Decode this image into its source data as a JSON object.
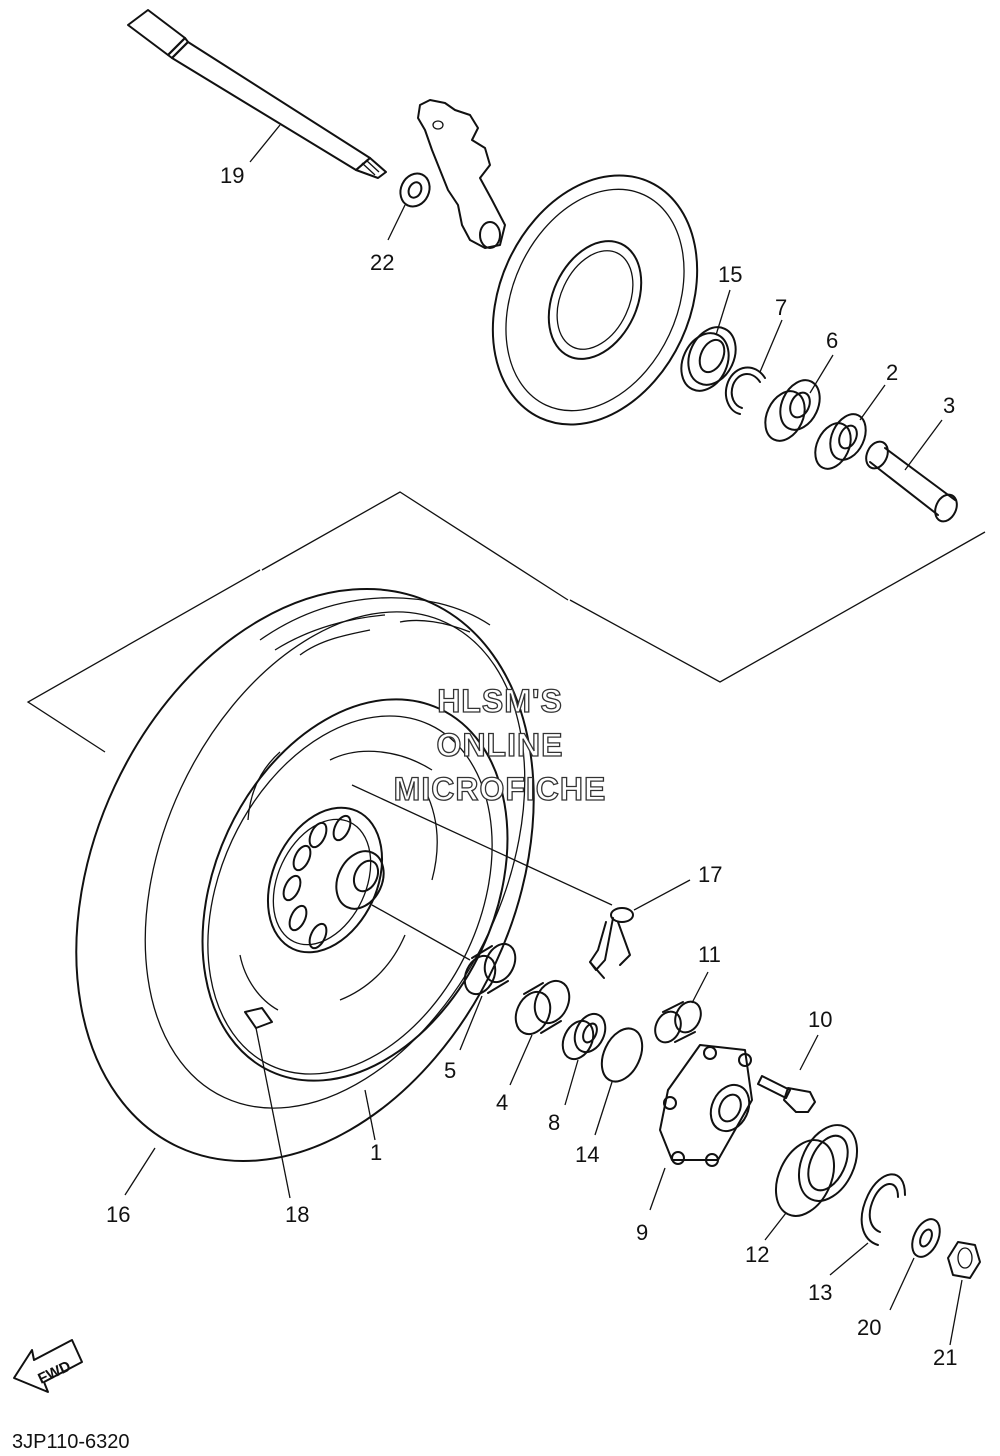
{
  "diagram_code": "3JP110-6320",
  "watermark": {
    "line1": "HLSM'S",
    "line2": "ONLINE",
    "line3": "MICROFICHE"
  },
  "direction_label": "FWD",
  "callouts": {
    "p1": "1",
    "p2": "2",
    "p3": "3",
    "p4": "4",
    "p5": "5",
    "p6": "6",
    "p7": "7",
    "p8": "8",
    "p9": "9",
    "p10": "10",
    "p11": "11",
    "p12": "12",
    "p13": "13",
    "p14": "14",
    "p15": "15",
    "p16": "16",
    "p17": "17",
    "p18": "18",
    "p19": "19",
    "p20": "20",
    "p21": "21",
    "p22": "22"
  }
}
